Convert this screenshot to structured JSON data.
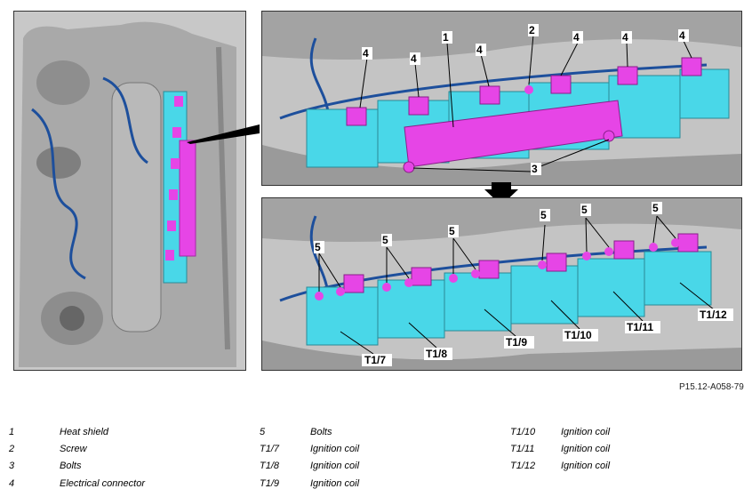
{
  "figure_code": "P15.12-A058-79",
  "top_callouts": [
    "4",
    "4",
    "4",
    "1",
    "2",
    "4",
    "4",
    "4",
    "3"
  ],
  "bottom_callouts": [
    "5",
    "5",
    "5",
    "5",
    "5",
    "5"
  ],
  "coil_labels": [
    "T1/7",
    "T1/8",
    "T1/9",
    "T1/10",
    "T1/11",
    "T1/12"
  ],
  "legend": [
    {
      "key": "1",
      "text": "Heat shield"
    },
    {
      "key": "2",
      "text": "Screw"
    },
    {
      "key": "3",
      "text": "Bolts"
    },
    {
      "key": "4",
      "text": "Electrical connector"
    },
    {
      "key": "5",
      "text": "Bolts"
    },
    {
      "key": "T1/7",
      "text": "Ignition coil"
    },
    {
      "key": "T1/8",
      "text": "Ignition coil"
    },
    {
      "key": "T1/9",
      "text": "Ignition coil"
    },
    {
      "key": "T1/10",
      "text": "Ignition coil"
    },
    {
      "key": "T1/11",
      "text": "Ignition coil"
    },
    {
      "key": "T1/12",
      "text": "Ignition coil"
    }
  ],
  "colors": {
    "coil": "#49d7e8",
    "highlight": "#e645e6",
    "wiring": "#1d4f9c",
    "engine": "#9a9a9a"
  }
}
